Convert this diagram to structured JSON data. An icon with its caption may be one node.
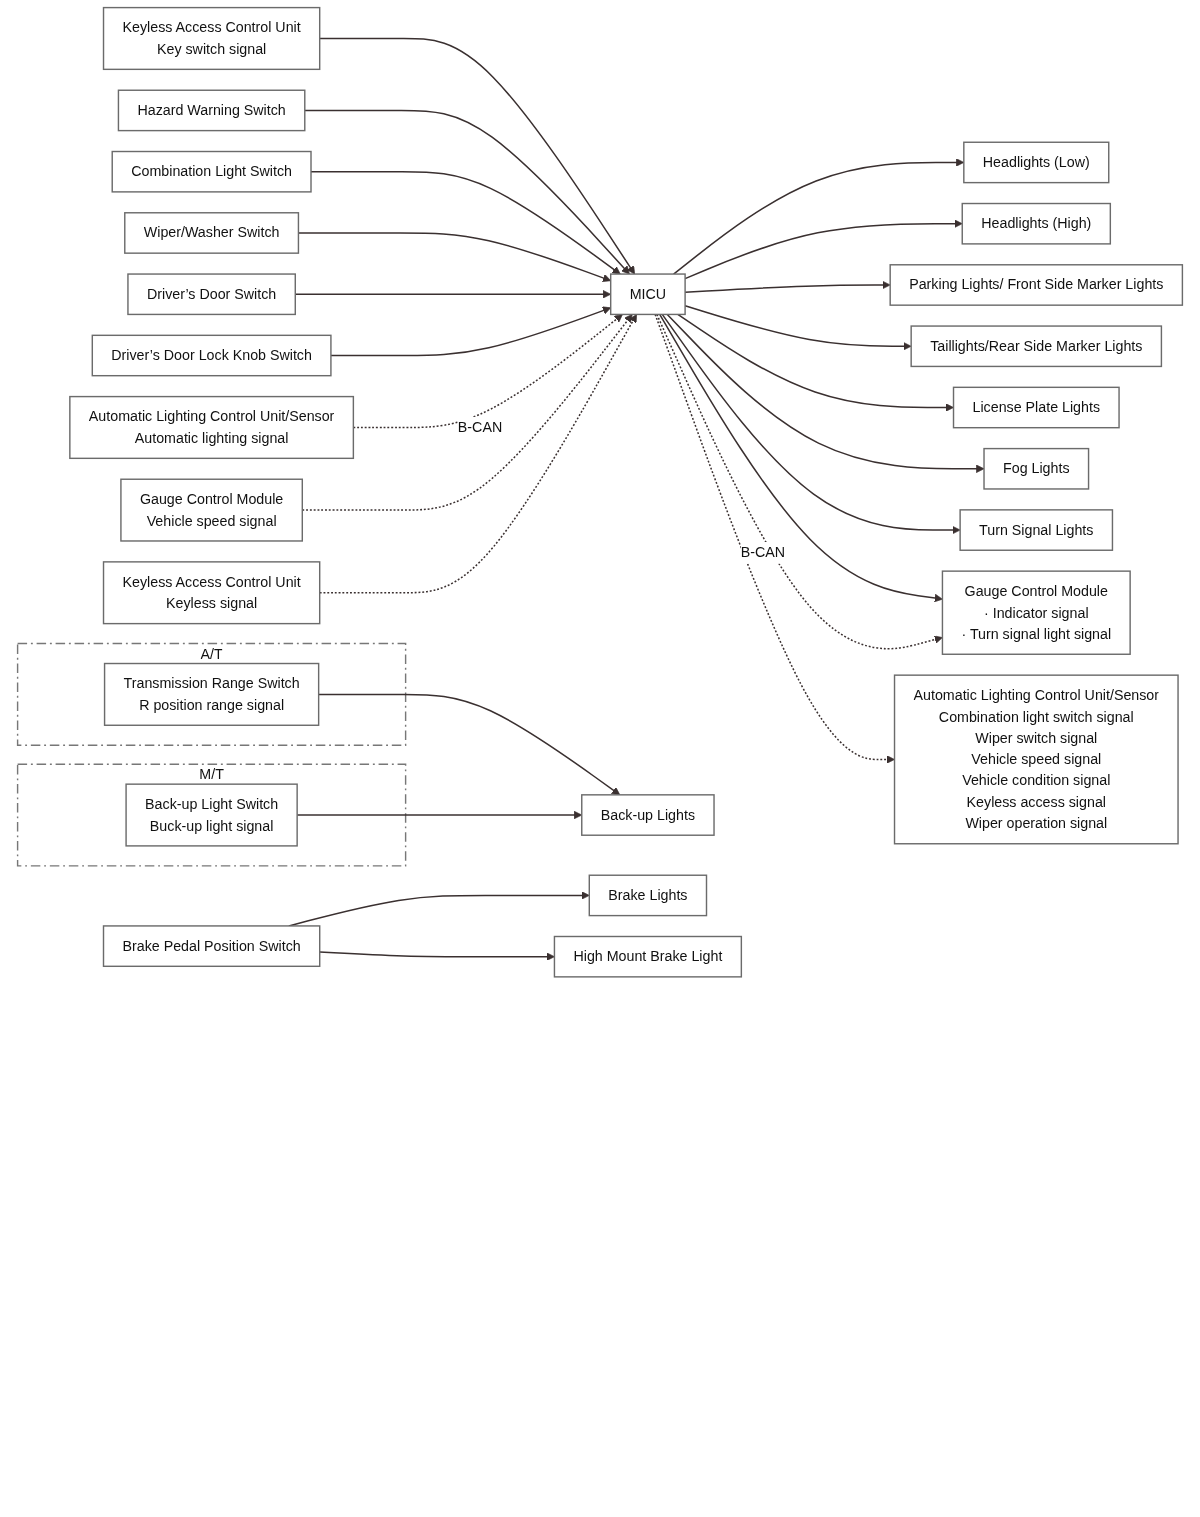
{
  "diagram": {
    "nodes": [
      {
        "text": [
          "Keyless Access Control Unit",
          "Key switch signal"
        ]
      },
      {
        "text": [
          "Hazard Warning Switch"
        ]
      },
      {
        "text": [
          "Combination Light Switch"
        ]
      },
      {
        "text": [
          "Wiper/Washer Switch"
        ]
      },
      {
        "text": [
          "Driver’s Door Switch"
        ]
      },
      {
        "text": [
          "Driver’s Door Lock Knob Switch"
        ]
      },
      {
        "text": [
          "Automatic Lighting Control Unit/Sensor",
          "Automatic lighting signal"
        ]
      },
      {
        "text": [
          "Gauge Control Module",
          "Vehicle speed signal"
        ]
      },
      {
        "text": [
          "Keyless Access Control Unit",
          "Keyless signal"
        ]
      },
      {
        "text": [
          "MICU"
        ]
      },
      {
        "text": [
          "Headlights (Low)"
        ]
      },
      {
        "text": [
          "Headlights (High)"
        ]
      },
      {
        "text": [
          "Parking Lights/ Front Side Marker Lights"
        ]
      },
      {
        "text": [
          "Taillights/Rear Side Marker Lights"
        ]
      },
      {
        "text": [
          "License Plate Lights"
        ]
      },
      {
        "text": [
          "Fog Lights"
        ]
      },
      {
        "text": [
          "Turn Signal Lights"
        ]
      },
      {
        "text": [
          "Gauge Control Module",
          "· Indicator signal",
          "· Turn signal light signal"
        ]
      },
      {
        "text": [
          "Automatic Lighting Control Unit/Sensor",
          "Combination light switch signal",
          "Wiper switch signal",
          "Vehicle speed signal",
          "Vehicle condition signal",
          "Keyless access signal",
          "Wiper operation signal"
        ]
      },
      {
        "text": [
          "A/T"
        ]
      },
      {
        "text": [
          "Transmission Range Switch",
          "R position range signal"
        ],
        "in": 19
      },
      {
        "text": [
          "M/T"
        ]
      },
      {
        "text": [
          "Back-up Light Switch",
          "Buck-up light signal"
        ],
        "in": 21
      },
      {
        "text": [
          "Back-up Lights"
        ]
      },
      {
        "text": [
          "Brake Pedal Position Switch"
        ]
      },
      {
        "text": [
          "Brake Lights"
        ]
      },
      {
        "text": [
          "High Mount Brake Light"
        ]
      }
    ],
    "edges": [
      {
        "from": 0,
        "to": 9,
        "arrow": "to"
      },
      {
        "from": 1,
        "to": 9,
        "arrow": "to"
      },
      {
        "from": 2,
        "to": 9,
        "arrow": "to"
      },
      {
        "from": 3,
        "to": 9,
        "arrow": "to"
      },
      {
        "from": 4,
        "to": 9,
        "arrow": "to"
      },
      {
        "from": 5,
        "to": 9,
        "arrow": "to"
      },
      {
        "from": 6,
        "to": 9,
        "arrow": "to",
        "label": "B-CAN",
        "style": "dashed"
      },
      {
        "from": 7,
        "to": 9,
        "arrow": "to",
        "style": "dashed"
      },
      {
        "from": 8,
        "to": 9,
        "arrow": "to",
        "style": "dashed"
      },
      {
        "from": 9,
        "to": 10,
        "arrow": "to"
      },
      {
        "from": 9,
        "to": 11,
        "arrow": "to"
      },
      {
        "from": 9,
        "to": 12,
        "arrow": "to"
      },
      {
        "from": 9,
        "to": 13,
        "arrow": "to"
      },
      {
        "from": 9,
        "to": 14,
        "arrow": "to"
      },
      {
        "from": 9,
        "to": 15,
        "arrow": "to"
      },
      {
        "from": 9,
        "to": 16,
        "arrow": "to"
      },
      {
        "from": 9,
        "to": 17,
        "arrow": "to"
      },
      {
        "from": 9,
        "to": 17,
        "arrow": "to",
        "label": "B-CAN",
        "style": "dashed"
      },
      {
        "from": 9,
        "to": 18,
        "arrow": "to",
        "style": "dashed"
      },
      {
        "from": 20,
        "to": 23,
        "arrow": "to"
      },
      {
        "from": 22,
        "to": 23,
        "arrow": "to"
      },
      {
        "from": 24,
        "to": 25,
        "arrow": "to"
      },
      {
        "from": 24,
        "to": 26,
        "arrow": "to"
      }
    ]
  }
}
